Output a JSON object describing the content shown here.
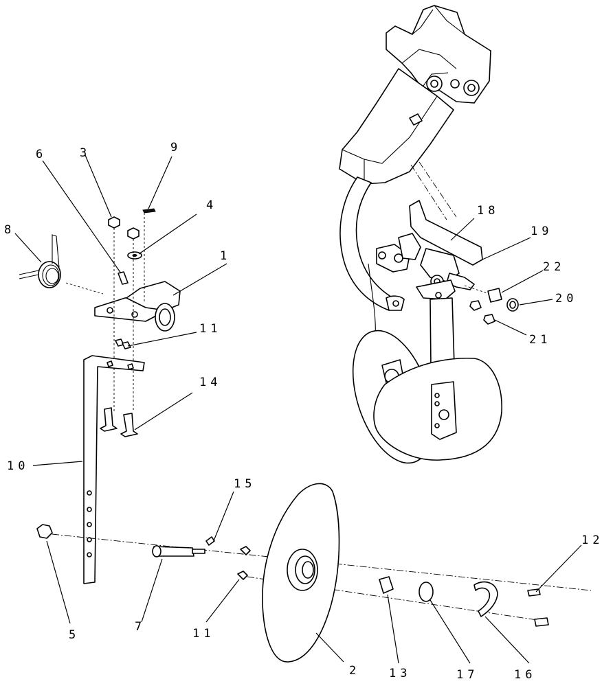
{
  "diagram": {
    "callouts": {
      "c1": "1",
      "c2": "2",
      "c3": "3",
      "c4": "4",
      "c5": "5",
      "c6": "6",
      "c7": "7",
      "c8": "8",
      "c9": "9",
      "c10": "10",
      "c11a": "11",
      "c11b": "11",
      "c12": "12",
      "c13": "13",
      "c14": "14",
      "c15": "15",
      "c16": "16",
      "c17": "17",
      "c18": "18",
      "c19": "19",
      "c20": "20",
      "c21": "21",
      "c22": "22"
    }
  }
}
